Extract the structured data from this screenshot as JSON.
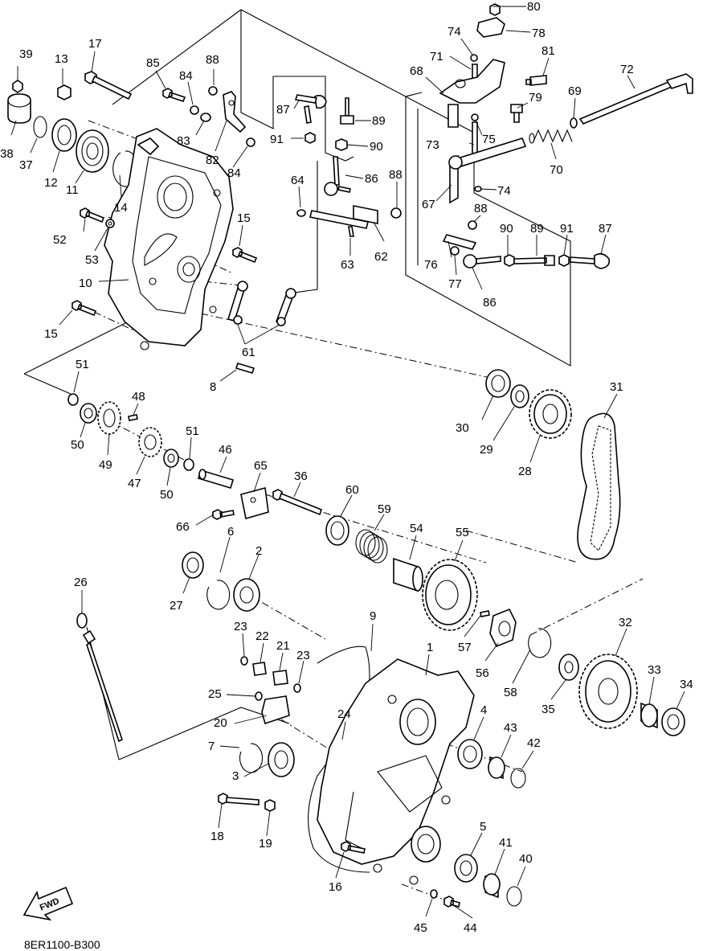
{
  "figure_code": "8ER1100-B300",
  "fwd_label": "FWD",
  "callouts": [
    "1",
    "2",
    "3",
    "4",
    "5",
    "6",
    "7",
    "8",
    "9",
    "10",
    "11",
    "12",
    "13",
    "14",
    "15",
    "15",
    "16",
    "17",
    "18",
    "19",
    "20",
    "21",
    "22",
    "23",
    "23",
    "24",
    "25",
    "26",
    "27",
    "28",
    "29",
    "30",
    "31",
    "32",
    "33",
    "34",
    "35",
    "36",
    "37",
    "38",
    "39",
    "40",
    "41",
    "42",
    "43",
    "44",
    "45",
    "46",
    "47",
    "48",
    "49",
    "50",
    "50",
    "51",
    "51",
    "52",
    "53",
    "54",
    "55",
    "56",
    "57",
    "58",
    "59",
    "60",
    "61",
    "62",
    "63",
    "64",
    "65",
    "66",
    "67",
    "68",
    "69",
    "70",
    "71",
    "72",
    "73",
    "74",
    "74",
    "75",
    "76",
    "77",
    "78",
    "79",
    "80",
    "81",
    "82",
    "83",
    "84",
    "84",
    "85",
    "86",
    "86",
    "87",
    "87",
    "88",
    "88",
    "88",
    "89",
    "89",
    "90",
    "90",
    "91",
    "91"
  ]
}
